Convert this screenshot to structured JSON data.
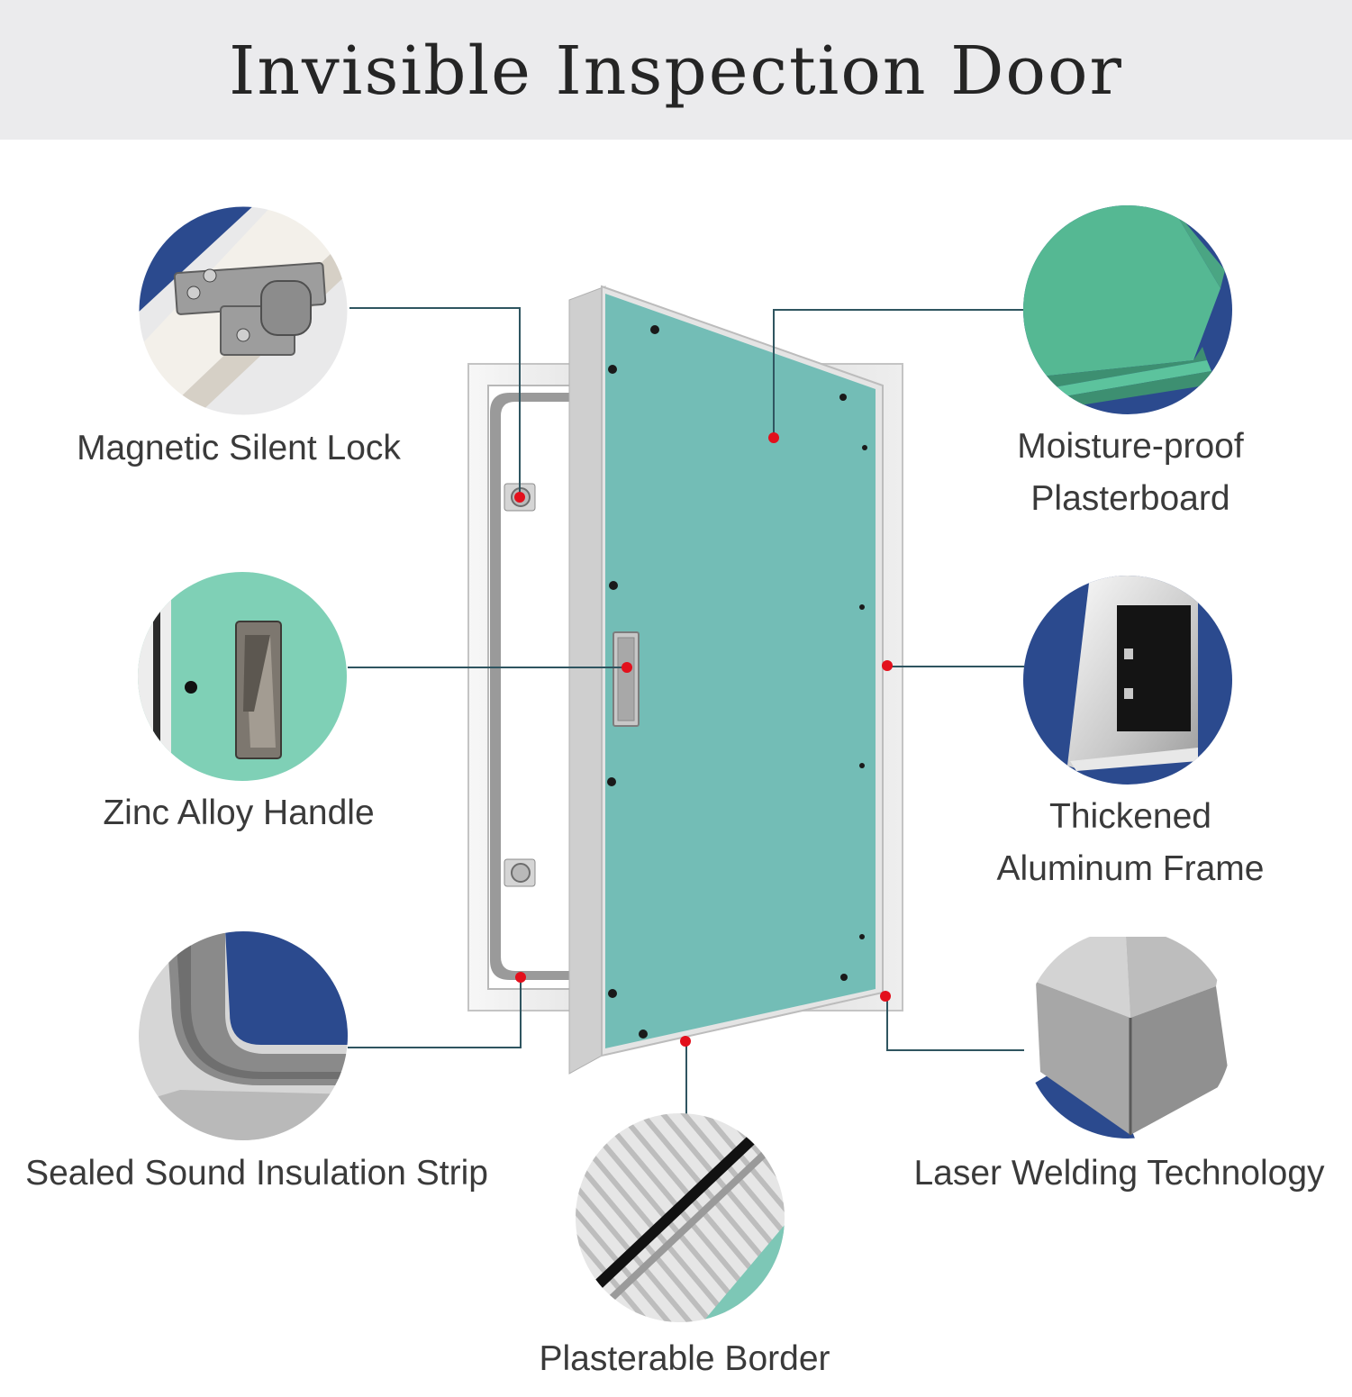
{
  "title": "Invisible Inspection Door",
  "features": {
    "magnetic_lock": "Magnetic Silent Lock",
    "handle": "Zinc Alloy Handle",
    "sealing_strip": "Sealed Sound Insulation Strip",
    "plasterboard_line1": "Moisture-proof",
    "plasterboard_line2": "Plasterboard",
    "frame_line1": "Thickened",
    "frame_line2": "Aluminum Frame",
    "welding": "Laser Welding Technology",
    "border": "Plasterable Border"
  },
  "colors": {
    "panel": "#73bdb6",
    "accent_blue": "#2b4a8e",
    "marker_red": "#e3101c",
    "leader_line": "#2f5560"
  }
}
